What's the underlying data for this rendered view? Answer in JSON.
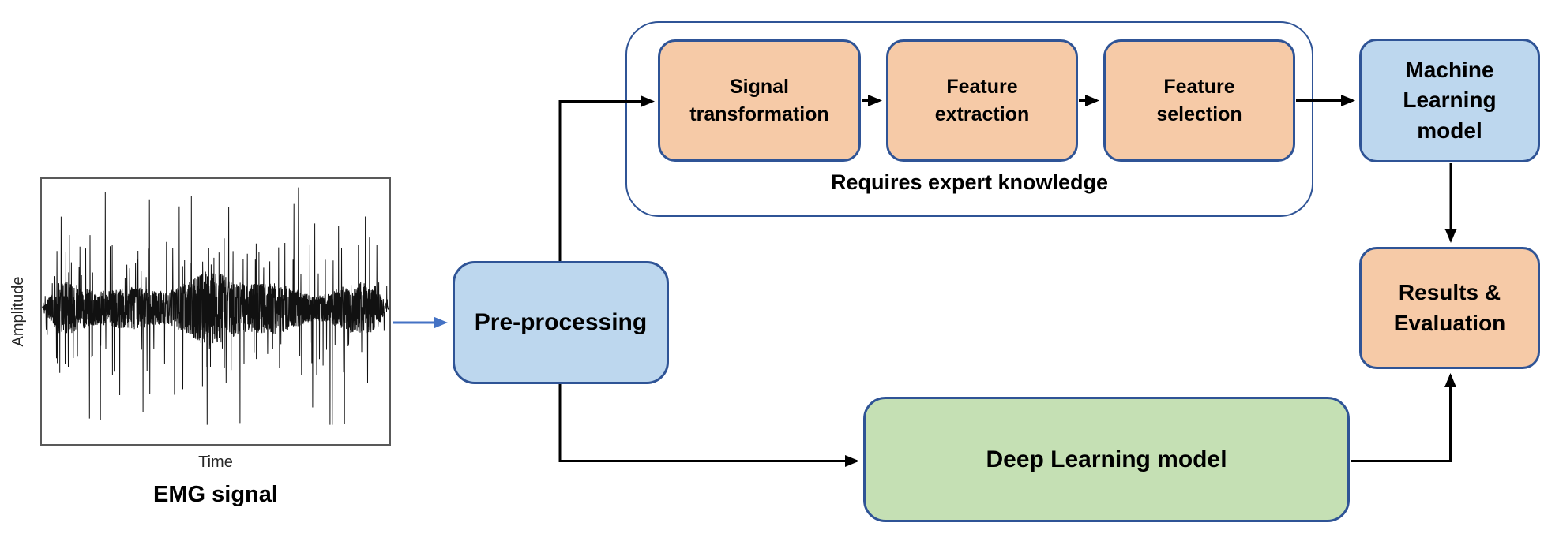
{
  "title": "EMG signal classification pipeline diagram",
  "emg_plot": {
    "ylabel": "Amplitude",
    "xlabel": "Time",
    "caption": "EMG signal"
  },
  "container_label": "Requires expert knowledge",
  "nodes": {
    "preprocessing": {
      "label": "Pre-processing",
      "fill": "#BDD7EE"
    },
    "signal_transformation": {
      "label": "Signal transformation",
      "fill": "#F6CAA7"
    },
    "feature_extraction": {
      "label": "Feature extraction",
      "fill": "#F6CAA7"
    },
    "feature_selection": {
      "label": "Feature selection",
      "fill": "#F6CAA7"
    },
    "machine_learning_model": {
      "label": "Machine Learning model",
      "fill": "#BDD7EE"
    },
    "results_evaluation": {
      "label": "Results & Evaluation",
      "fill": "#F6CAA7"
    },
    "deep_learning_model": {
      "label": "Deep Learning model",
      "fill": "#C5E0B4"
    }
  },
  "colors": {
    "node_border": "#2F5496",
    "container_border": "#2F5496",
    "connector_black": "#000000",
    "connector_blue": "#4472C4",
    "orange_fill": "#F6CAA7",
    "blue_fill": "#BDD7EE",
    "green_fill": "#C5E0B4",
    "plot_frame": "#595959",
    "waveform": "#111111"
  },
  "chart_data": {
    "type": "line",
    "title": "EMG signal",
    "xlabel": "Time",
    "ylabel": "Amplitude",
    "axis_tick_labels": "none shown",
    "description": "Raw EMG waveform: dense zero-mean noise burst filling the frame with many tall spikes in both directions, tapering at the edges"
  }
}
